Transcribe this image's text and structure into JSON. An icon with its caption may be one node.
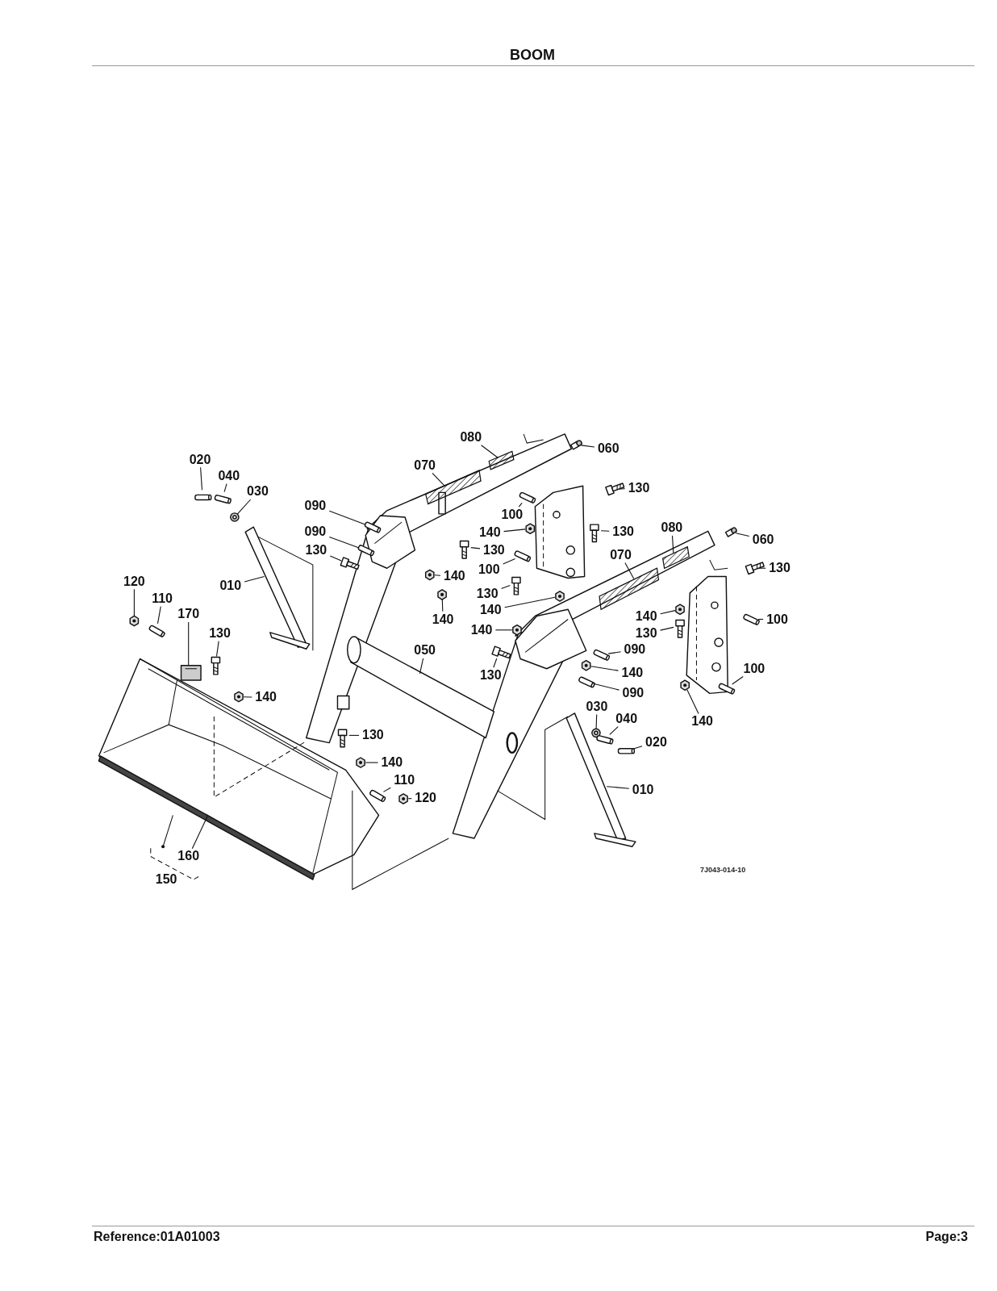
{
  "diagram": {
    "title": "BOOM",
    "nodes": [
      {
        "text": [
          "020"
        ]
      },
      {
        "text": [
          "040"
        ]
      },
      {
        "text": [
          "030"
        ]
      },
      {
        "text": [
          "090"
        ]
      },
      {
        "text": [
          "090"
        ]
      },
      {
        "text": [
          "130"
        ]
      },
      {
        "text": [
          "010"
        ]
      },
      {
        "text": [
          "120"
        ]
      },
      {
        "text": [
          "110"
        ]
      },
      {
        "text": [
          "170"
        ]
      },
      {
        "text": [
          "130"
        ]
      },
      {
        "text": [
          "140"
        ]
      },
      {
        "text": [
          "070"
        ]
      },
      {
        "text": [
          "080"
        ]
      },
      {
        "text": [
          "060"
        ]
      },
      {
        "text": [
          "130"
        ]
      },
      {
        "text": [
          "100"
        ]
      },
      {
        "text": [
          "140"
        ]
      },
      {
        "text": [
          "130"
        ]
      },
      {
        "text": [
          "140"
        ]
      },
      {
        "text": [
          "140"
        ]
      },
      {
        "text": [
          "100"
        ]
      },
      {
        "text": [
          "130"
        ]
      },
      {
        "text": [
          "130"
        ]
      },
      {
        "text": [
          "140"
        ]
      },
      {
        "text": [
          "140"
        ]
      },
      {
        "text": [
          "050"
        ]
      },
      {
        "text": [
          "130"
        ]
      },
      {
        "text": [
          "090"
        ]
      },
      {
        "text": [
          "140"
        ]
      },
      {
        "text": [
          "090"
        ]
      },
      {
        "text": [
          "070"
        ]
      },
      {
        "text": [
          "080"
        ]
      },
      {
        "text": [
          "060"
        ]
      },
      {
        "text": [
          "130"
        ]
      },
      {
        "text": [
          "140"
        ]
      },
      {
        "text": [
          "130"
        ]
      },
      {
        "text": [
          "100"
        ]
      },
      {
        "text": [
          "100"
        ]
      },
      {
        "text": [
          "140"
        ]
      },
      {
        "text": [
          "030"
        ]
      },
      {
        "text": [
          "040"
        ]
      },
      {
        "text": [
          "020"
        ]
      },
      {
        "text": [
          "010"
        ]
      },
      {
        "text": [
          "130"
        ]
      },
      {
        "text": [
          "140"
        ]
      },
      {
        "text": [
          "110"
        ]
      },
      {
        "text": [
          "120"
        ]
      },
      {
        "text": [
          "160"
        ]
      },
      {
        "text": [],
        "shape": "pin"
      },
      {
        "text": [],
        "shape": "pin"
      },
      {
        "text": [],
        "shape": "washer"
      },
      {
        "text": [],
        "shape": "pin"
      },
      {
        "text": [],
        "shape": "pin"
      },
      {
        "text": [],
        "shape": "bolt"
      },
      {
        "text": [],
        "shape": "stand"
      },
      {
        "text": [],
        "shape": "nut"
      },
      {
        "text": [],
        "shape": "pin"
      },
      {
        "text": [],
        "shape": "bracket"
      },
      {
        "text": [],
        "shape": "bolt"
      },
      {
        "text": [],
        "shape": "nut"
      },
      {
        "text": [],
        "shape": "decal"
      },
      {
        "text": [],
        "shape": "decal"
      },
      {
        "text": [],
        "shape": "fitting"
      },
      {
        "text": [],
        "shape": "bolt"
      },
      {
        "text": [],
        "shape": "pin"
      },
      {
        "text": [],
        "shape": "nut"
      },
      {
        "text": [],
        "shape": "bolt"
      },
      {
        "text": [],
        "shape": "nut"
      },
      {
        "text": [],
        "shape": "nut"
      },
      {
        "text": [],
        "shape": "pin"
      },
      {
        "text": [],
        "shape": "bolt"
      },
      {
        "text": [],
        "shape": "bolt"
      },
      {
        "text": [],
        "shape": "nut"
      },
      {
        "text": [],
        "shape": "nut"
      },
      {
        "text": [],
        "shape": "tube"
      },
      {
        "text": [],
        "shape": "bolt"
      },
      {
        "text": [],
        "shape": "pin"
      },
      {
        "text": [],
        "shape": "nut"
      },
      {
        "text": [],
        "shape": "pin"
      },
      {
        "text": [],
        "shape": "decal"
      },
      {
        "text": [],
        "shape": "decal"
      },
      {
        "text": [],
        "shape": "fitting"
      },
      {
        "text": [],
        "shape": "bolt"
      },
      {
        "text": [],
        "shape": "nut"
      },
      {
        "text": [],
        "shape": "bolt"
      },
      {
        "text": [],
        "shape": "pin"
      },
      {
        "text": [],
        "shape": "pin"
      },
      {
        "text": [],
        "shape": "nut"
      },
      {
        "text": [],
        "shape": "washer"
      },
      {
        "text": [],
        "shape": "pin"
      },
      {
        "text": [],
        "shape": "pin"
      },
      {
        "text": [],
        "shape": "stand"
      },
      {
        "text": [],
        "shape": "bolt"
      },
      {
        "text": [],
        "shape": "nut"
      },
      {
        "text": [],
        "shape": "pin"
      },
      {
        "text": [],
        "shape": "nut"
      },
      {
        "text": [],
        "shape": "bar"
      }
    ],
    "edges": [
      {
        "from": 0,
        "to": 49,
        "arrow": "none"
      },
      {
        "from": 1,
        "to": 50,
        "arrow": "none"
      },
      {
        "from": 2,
        "to": 51,
        "arrow": "none"
      },
      {
        "from": 3,
        "to": 52,
        "arrow": "none"
      },
      {
        "from": 4,
        "to": 53,
        "arrow": "none"
      },
      {
        "from": 5,
        "to": 54,
        "arrow": "none"
      },
      {
        "from": 6,
        "to": 55,
        "arrow": "none"
      },
      {
        "from": 7,
        "to": 56,
        "arrow": "none"
      },
      {
        "from": 8,
        "to": 57,
        "arrow": "none"
      },
      {
        "from": 9,
        "to": 58,
        "arrow": "none"
      },
      {
        "from": 10,
        "to": 59,
        "arrow": "none"
      },
      {
        "from": 11,
        "to": 60,
        "arrow": "none"
      },
      {
        "from": 12,
        "to": 61,
        "arrow": "none"
      },
      {
        "from": 13,
        "to": 62,
        "arrow": "none"
      },
      {
        "from": 14,
        "to": 63,
        "arrow": "none"
      },
      {
        "from": 15,
        "to": 64,
        "arrow": "none"
      },
      {
        "from": 16,
        "to": 65,
        "arrow": "none"
      },
      {
        "from": 17,
        "to": 66,
        "arrow": "none"
      },
      {
        "from": 18,
        "to": 67,
        "arrow": "none"
      },
      {
        "from": 19,
        "to": 68,
        "arrow": "none"
      },
      {
        "from": 20,
        "to": 69,
        "arrow": "none"
      },
      {
        "from": 21,
        "to": 70,
        "arrow": "none"
      },
      {
        "from": 22,
        "to": 71,
        "arrow": "none"
      },
      {
        "from": 23,
        "to": 72,
        "arrow": "none"
      },
      {
        "from": 24,
        "to": 73,
        "arrow": "none"
      },
      {
        "from": 25,
        "to": 74,
        "arrow": "none"
      },
      {
        "from": 26,
        "to": 75,
        "arrow": "none"
      },
      {
        "from": 27,
        "to": 76,
        "arrow": "none"
      },
      {
        "from": 28,
        "to": 77,
        "arrow": "none"
      },
      {
        "from": 29,
        "to": 78,
        "arrow": "none"
      },
      {
        "from": 30,
        "to": 79,
        "arrow": "none"
      },
      {
        "from": 31,
        "to": 80,
        "arrow": "none"
      },
      {
        "from": 32,
        "to": 81,
        "arrow": "none"
      },
      {
        "from": 33,
        "to": 82,
        "arrow": "none"
      },
      {
        "from": 34,
        "to": 83,
        "arrow": "none"
      },
      {
        "from": 35,
        "to": 84,
        "arrow": "none"
      },
      {
        "from": 36,
        "to": 85,
        "arrow": "none"
      },
      {
        "from": 37,
        "to": 86,
        "arrow": "none"
      },
      {
        "from": 38,
        "to": 87,
        "arrow": "none"
      },
      {
        "from": 39,
        "to": 88,
        "arrow": "none"
      },
      {
        "from": 40,
        "to": 89,
        "arrow": "none"
      },
      {
        "from": 41,
        "to": 90,
        "arrow": "none"
      },
      {
        "from": 42,
        "to": 91,
        "arrow": "none"
      },
      {
        "from": 43,
        "to": 92,
        "arrow": "none"
      },
      {
        "from": 44,
        "to": 93,
        "arrow": "none"
      },
      {
        "from": 45,
        "to": 94,
        "arrow": "none"
      },
      {
        "from": 46,
        "to": 95,
        "arrow": "none"
      },
      {
        "from": 47,
        "to": 96,
        "arrow": "none"
      },
      {
        "from": 48,
        "to": 97,
        "arrow": "none"
      }
    ],
    "labels": [
      "150",
      "7J043-014-10",
      "Reference:01A01003",
      "Page:3"
    ]
  }
}
